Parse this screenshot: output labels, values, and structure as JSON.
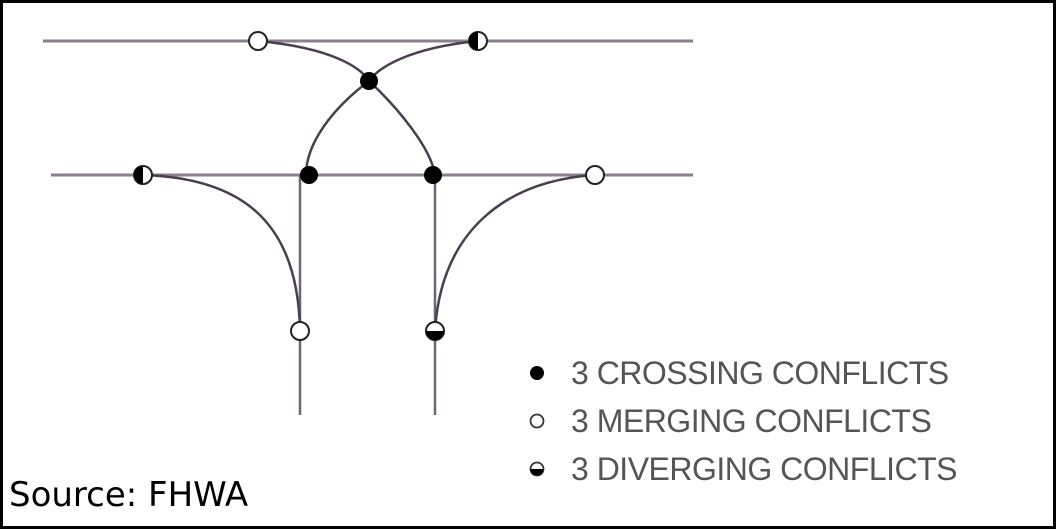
{
  "legend": {
    "crossing": "3 CROSSING CONFLICTS",
    "merging": "3 MERGING CONFLICTS",
    "diverging": "3 DIVERGING CONFLICTS"
  },
  "source": "Source: FHWA",
  "colors": {
    "road": "#8a7f8f",
    "path": "#4a3f4f",
    "conflict": "#000000",
    "legend_text": "#555555"
  }
}
